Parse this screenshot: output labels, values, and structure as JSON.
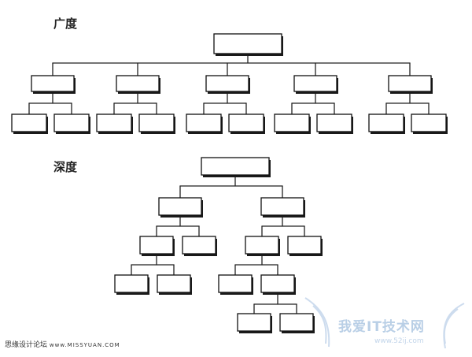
{
  "sections": {
    "breadth": {
      "title": "广度"
    },
    "depth": {
      "title": "深度"
    }
  },
  "footer": {
    "site_name_cn": "思缘设计论坛",
    "site_url": "www.MISSYUAN.COM"
  },
  "watermark": {
    "text": "我爱IT技术网",
    "url": "www.52ij.com"
  },
  "diagram": {
    "node_fill": "#ffffff",
    "node_stroke": "#111111",
    "node_shadow": "#1a1a1a",
    "line_color": "#222222",
    "watermark_color": "#b9cfe6"
  }
}
